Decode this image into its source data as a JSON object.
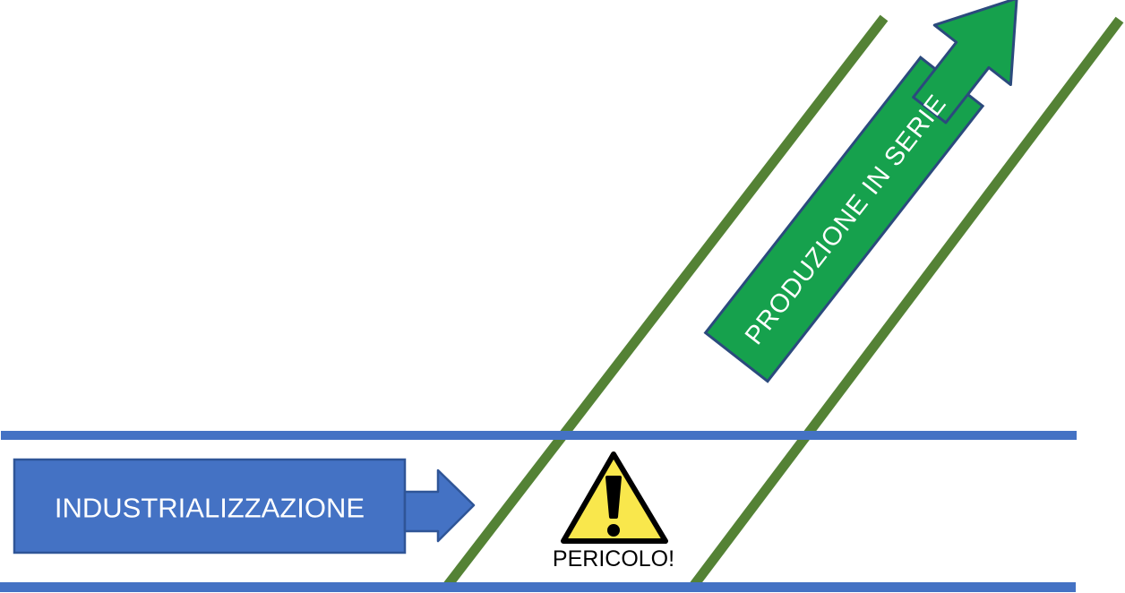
{
  "diagram": {
    "labels": {
      "industrialization": "INDUSTRIALIZZAZIONE",
      "mass_production": "PRODUZIONE IN SERIE",
      "danger": "PERICOLO!"
    },
    "colors": {
      "track_blue": "#4472C4",
      "blue_shape_border": "#2F5597",
      "branch_green": "#548235",
      "arrow_green": "#16A14D",
      "arrow_green_border": "#2B4A7D",
      "warning_yellow": "#F9E74C",
      "warning_black": "#000000",
      "label_white": "#FFFFFF"
    }
  }
}
